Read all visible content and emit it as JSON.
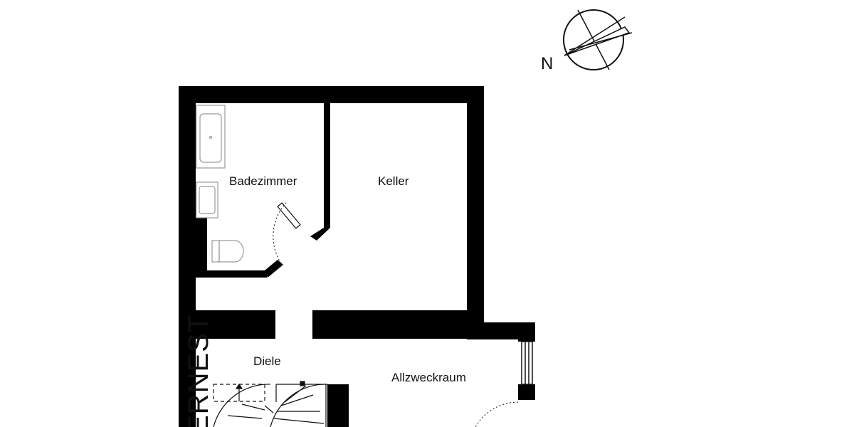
{
  "compass": {
    "label": "N"
  },
  "rooms": {
    "badezimmer": "Badezimmer",
    "keller": "Keller",
    "diele": "Diele",
    "allzweckraum": "Allzweckraum"
  },
  "watermark": "ERNEST",
  "colors": {
    "wall": "#000000",
    "background": "#ffffff",
    "fixture": "#9a9a9a"
  }
}
